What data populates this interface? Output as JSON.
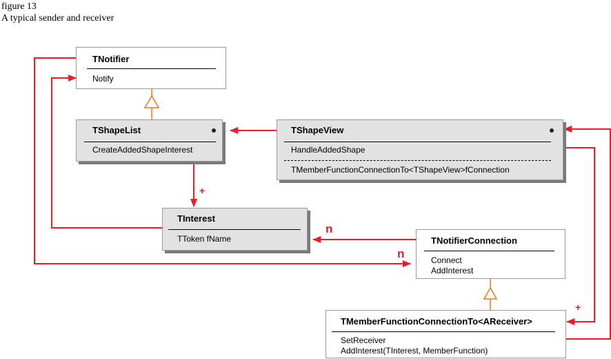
{
  "figure": {
    "number": "figure 13",
    "title": "A typical sender and receiver"
  },
  "colors": {
    "association": "#ee1c24",
    "inheritance": "#e8781e",
    "border": "#9a9a9a",
    "shade": "#e2e2e2"
  },
  "classes": {
    "tnotifier": {
      "name": "TNotifier",
      "members": [
        "Notify"
      ]
    },
    "tshapelist": {
      "name": "TShapeList",
      "members": [
        "CreateAddedShapeInterest"
      ]
    },
    "tshapeview": {
      "name": "TShapeView",
      "members": [
        "HandleAddedShape",
        "TMemberFunctionConnectionTo<TShapeView>fConnection"
      ]
    },
    "tinterest": {
      "name": "TInterest",
      "members": [
        "TToken fName"
      ]
    },
    "tnotifierconnection": {
      "name": "TNotifierConnection",
      "members": [
        "Connect",
        "AddInterest"
      ]
    },
    "tmemberfunctionconnection": {
      "name": "TMemberFunctionConnectionTo<AReceiver>",
      "members": [
        "SetReceiver",
        "AddInterest(TInterest, MemberFunction)"
      ]
    }
  },
  "multiplicities": {
    "shapelist_interest": "+",
    "connection_interest": "n",
    "notifier_connection": "n",
    "shapeview_mfconnection": "+"
  }
}
